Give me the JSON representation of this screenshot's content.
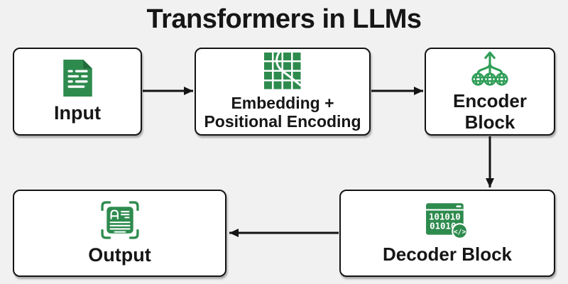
{
  "title": "Transformers in LLMs",
  "diagram": {
    "type": "flowchart",
    "nodes": [
      {
        "id": "input",
        "label": "Input",
        "icon": "document-icon"
      },
      {
        "id": "embedding-positional-encoding",
        "label_line1": "Embedding +",
        "label_line2": "Positional Encoding",
        "icon": "embedding-grid-sine-icon"
      },
      {
        "id": "encoder-block",
        "label_line1": "Encoder",
        "label_line2": "Block",
        "icon": "multihead-merge-arrow-icon"
      },
      {
        "id": "decoder-block",
        "label": "Decoder Block",
        "icon": "binary-code-window-icon"
      },
      {
        "id": "output",
        "label": "Output",
        "icon": "scanned-text-document-icon"
      }
    ],
    "edges": [
      {
        "from": "input",
        "to": "embedding-positional-encoding",
        "direction": "right"
      },
      {
        "from": "embedding-positional-encoding",
        "to": "encoder-block",
        "direction": "right"
      },
      {
        "from": "encoder-block",
        "to": "decoder-block",
        "direction": "down"
      },
      {
        "from": "decoder-block",
        "to": "output",
        "direction": "left"
      }
    ]
  },
  "colors": {
    "background": "#f1f1f2",
    "node_background": "#ffffff",
    "node_border": "#141414",
    "arrow": "#141414",
    "icon_green": "#2e8b4e",
    "icon_green_dark": "#206b3b",
    "icon_green_stroke": "#2f9e57",
    "text": "#161616"
  }
}
